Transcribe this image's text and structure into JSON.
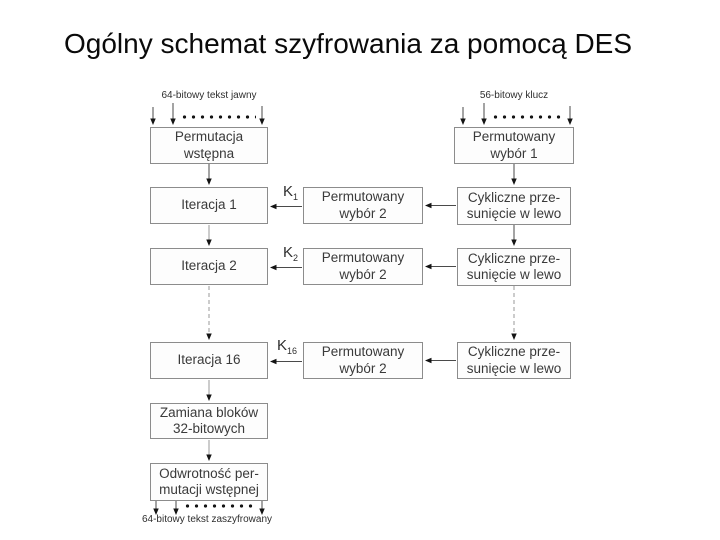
{
  "title": "Ogólny schemat szyfrowania za pomocą DES",
  "labels": {
    "plaintext": "64-bitowy tekst jawny",
    "key": "56-bitowy klucz",
    "ciphertext": "64-bitowy tekst zaszyfrowany"
  },
  "nodes": {
    "perm_wstepna": "Permutacja\nwstępna",
    "iteracja_1": "Iteracja 1",
    "iteracja_2": "Iteracja 2",
    "iteracja_16": "Iteracja 16",
    "zamiana": "Zamiana bloków\n32-bitowych",
    "odwrotnosc": "Odwrotność per-\nmutacji wstępnej",
    "perm_wybor_1": "Permutowany\nwybór 1",
    "perm_wybor_2": "Permutowany\nwybór 2",
    "cykliczne": "Cykliczne prze-\nsunięcie w lewo"
  },
  "keys": [
    {
      "base": "K",
      "sub": "1"
    },
    {
      "base": "K",
      "sub": "2"
    },
    {
      "base": "K",
      "sub": "16"
    }
  ],
  "colors": {
    "box_border": "#8c8c8c",
    "box_fill": "#fdfdfd",
    "text": "#3a3a3a",
    "line_dark": "#4a4a4a",
    "line_light": "#9a9a9a",
    "arrowhead": "#141414"
  }
}
